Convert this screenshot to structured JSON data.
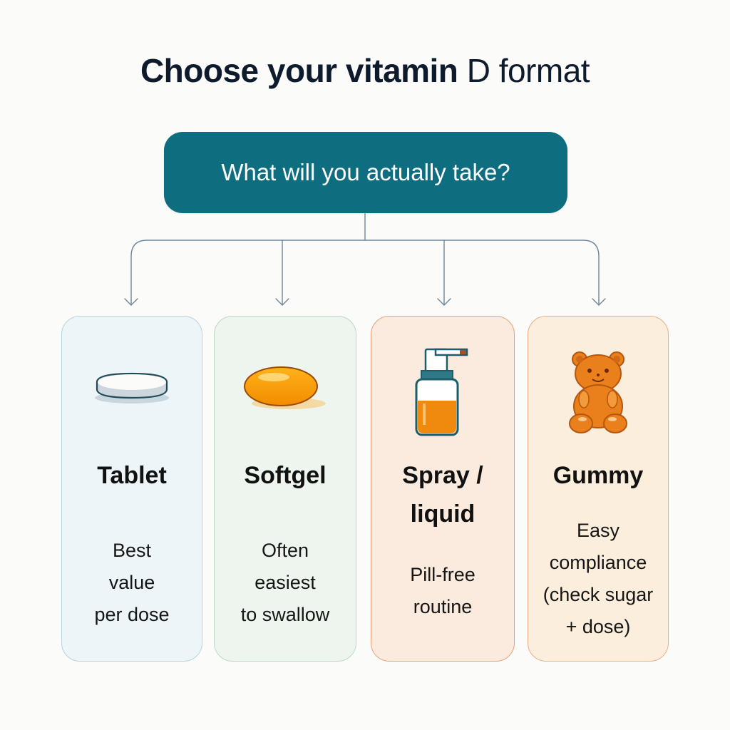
{
  "title": {
    "bold_part": "Choose your vitamin",
    "light_part": "D format"
  },
  "question": "What will you actually take?",
  "colors": {
    "question_bg": "#0f6d80",
    "connector": "#6f8696",
    "tablet_bg": "#eef5f8",
    "softgel_bg": "#eef5ef",
    "spray_bg": "#fbebdf",
    "gummy_bg": "#fbeedc"
  },
  "cards": [
    {
      "icon": "tablet-icon",
      "name": "Tablet",
      "desc_lines": [
        "Best",
        "value",
        "per dose"
      ]
    },
    {
      "icon": "softgel-icon",
      "name": "Softgel",
      "desc_lines": [
        "Often",
        "easiest",
        "to swallow"
      ]
    },
    {
      "icon": "spray-bottle-icon",
      "name_lines": [
        "Spray /",
        "liquid"
      ],
      "desc_lines": [
        "Pill-free",
        "routine"
      ]
    },
    {
      "icon": "gummy-bear-icon",
      "name": "Gummy",
      "desc_lines": [
        "Easy",
        "compliance",
        "(check sugar",
        "+ dose)"
      ]
    }
  ]
}
